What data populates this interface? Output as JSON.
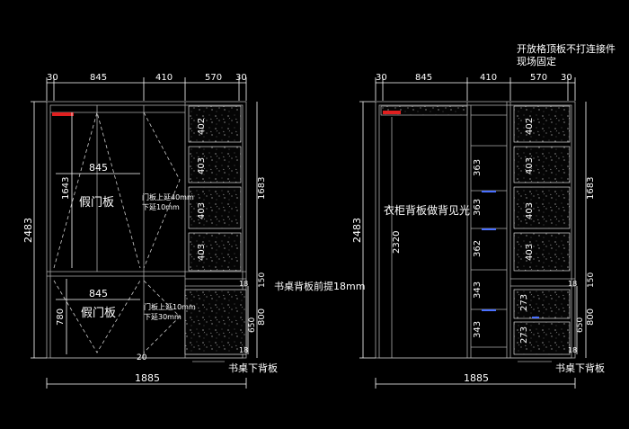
{
  "note_top_right": [
    "开放格顶板不打连接件",
    "现场固定"
  ],
  "left": {
    "top_dims": [
      "30",
      "845",
      "410",
      "570",
      "30"
    ],
    "total_width": "1885",
    "total_height": "2483",
    "right_dim_upper": "1683",
    "right_dim_lower_150": "150",
    "right_dim_lower_800": "800",
    "small_18_top": "18",
    "small_650": "650",
    "small_18_bottom": "18",
    "bottom_20": "20",
    "shelf_heights": [
      "402",
      "403",
      "403",
      "403"
    ],
    "door_upper_width": "845",
    "door_upper_height": "1643",
    "door_upper_label": "假门板",
    "door_upper_note": [
      "门板上延40mm",
      "下延10mm"
    ],
    "door_lower_width": "845",
    "door_lower_height": "780",
    "door_lower_label": "假门板",
    "door_lower_note": [
      "门板上延10mm",
      "下延30mm"
    ],
    "desk_note": "书桌背板前提18mm",
    "desk_bottom_note": "书桌下背板"
  },
  "right": {
    "top_dims": [
      "30",
      "845",
      "410",
      "570",
      "30"
    ],
    "total_width": "1885",
    "total_height": "2483",
    "right_dim_upper": "1683",
    "right_dim_lower_150": "150",
    "right_dim_lower_800": "800",
    "small_18_top": "18",
    "small_650": "650",
    "small_18_bottom": "18",
    "wardrobe_height": "2320",
    "wardrobe_label": "衣柜背板做背见光",
    "mid_shelves_upper": [
      "363",
      "363",
      "362"
    ],
    "mid_shelves_lower": [
      "343",
      "343"
    ],
    "right_shelves_upper": [
      "402",
      "403",
      "403",
      "403"
    ],
    "right_shelves_lower": [
      "273",
      "273"
    ],
    "desk_bottom_note": "书桌下背板"
  },
  "colors": {
    "background": "#000000",
    "line": "#ffffff",
    "accent": "#e02020",
    "marker": "#4a70ff"
  }
}
